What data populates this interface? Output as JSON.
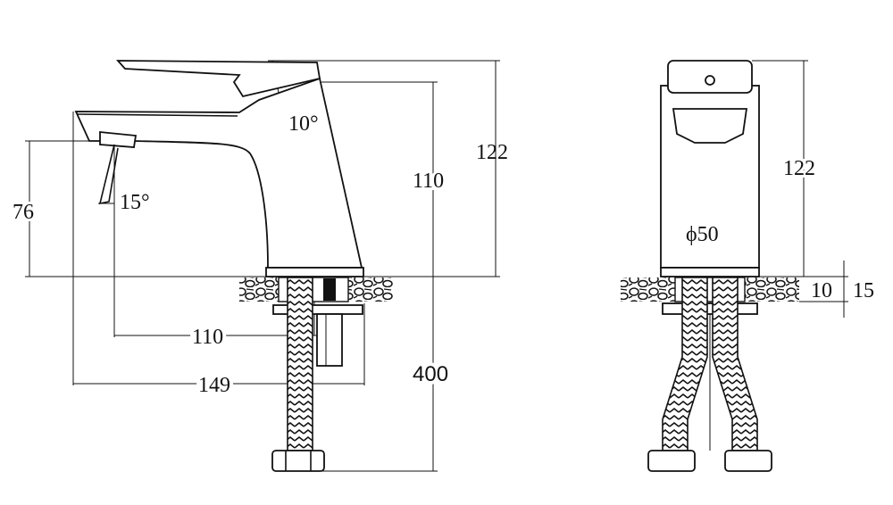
{
  "title": "Basin mixer tap dimension drawing",
  "side_view": {
    "height_total": "122",
    "height_spout": "110",
    "spout_height": "76",
    "spout_angle": "15°",
    "lever_angle": "10°",
    "spout_reach": "110",
    "overall_length": "149",
    "hose_length": "400"
  },
  "front_view": {
    "height_total": "122",
    "diameter": "ϕ50",
    "counter_min": "10",
    "counter_max": "15"
  },
  "colors": {
    "line": "#111111",
    "background": "#ffffff"
  }
}
